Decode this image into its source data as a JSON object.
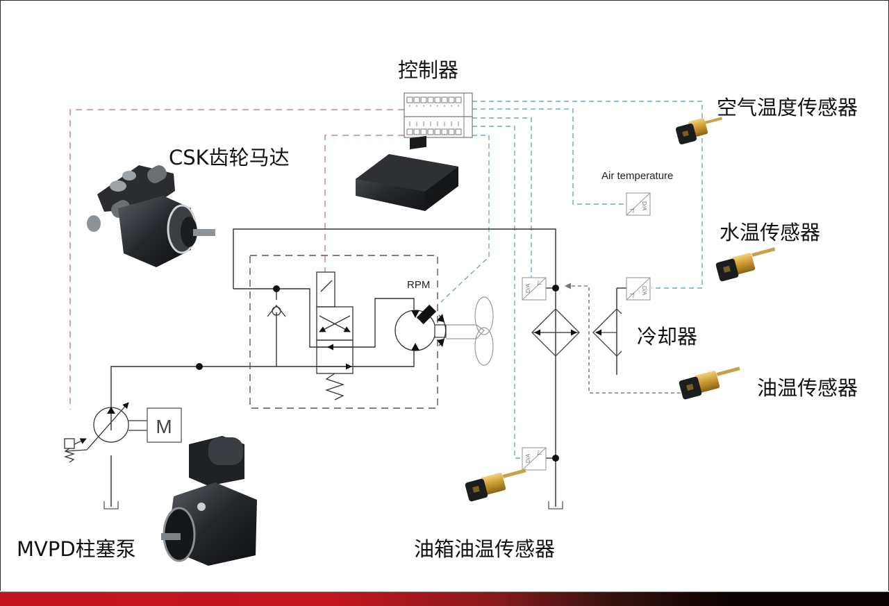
{
  "title": "液压风扇驱动系统示意图",
  "labels": {
    "controller": "控制器",
    "air_temp_sensor": "空气温度传感器",
    "gear_motor": "CSK齿轮马达",
    "water_temp_sensor": "水温传感器",
    "cooler": "冷却器",
    "oil_temp_sensor": "油温传感器",
    "tank_oil_temp_sensor": "油箱油温传感器",
    "piston_pump": "MVPD柱塞泵",
    "air_temperature": "Air temperature",
    "rpm": "RPM",
    "motor_symbol": "M",
    "da_converter": "D/A",
    "temp_symbol": "T°"
  },
  "colors": {
    "hydraulic_line": "#333333",
    "signal_line_red": "#e07a86",
    "signal_line_blue": "#6aa6cf",
    "symbol_gray": "#888888",
    "brand_red": "#c3121f",
    "brand_black": "#0a0202"
  },
  "components": [
    {
      "id": "controller",
      "icon": "controller-module-icon"
    },
    {
      "id": "ecu",
      "icon": "ecu-box-icon"
    },
    {
      "id": "gear-motor",
      "icon": "gear-motor-photo"
    },
    {
      "id": "piston-pump",
      "icon": "piston-pump-photo"
    },
    {
      "id": "air-temp-sensor",
      "icon": "temp-sensor-photo"
    },
    {
      "id": "water-temp-sensor",
      "icon": "temp-sensor-photo"
    },
    {
      "id": "oil-temp-sensor",
      "icon": "temp-sensor-photo"
    },
    {
      "id": "tank-oil-temp-sensor",
      "icon": "temp-sensor-photo"
    }
  ]
}
